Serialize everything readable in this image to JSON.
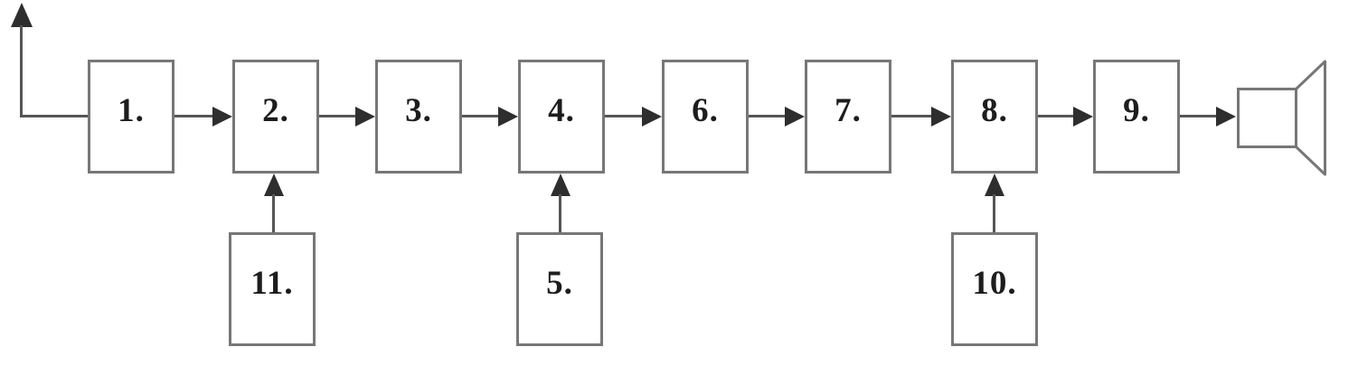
{
  "colors": {
    "background": "#ffffff",
    "box_border": "#777777",
    "connector_line": "#555555",
    "arrowhead": "#2e2e2e",
    "label_text": "#1d1d1d"
  },
  "icons": {
    "antenna": "antenna-icon",
    "speaker": "speaker-icon"
  },
  "blocks": {
    "main_row": [
      {
        "label": "1."
      },
      {
        "label": "2."
      },
      {
        "label": "3."
      },
      {
        "label": "4."
      },
      {
        "label": "6."
      },
      {
        "label": "7."
      },
      {
        "label": "8."
      },
      {
        "label": "9."
      }
    ],
    "bottom_row": [
      {
        "label": "11.",
        "feeds_block": "2."
      },
      {
        "label": "5.",
        "feeds_block": "4."
      },
      {
        "label": "10.",
        "feeds_block": "8."
      }
    ]
  },
  "connections": {
    "chain": [
      "antenna",
      "1.",
      "2.",
      "3.",
      "4.",
      "6.",
      "7.",
      "8.",
      "9.",
      "speaker"
    ],
    "upward": [
      "11. -> 2.",
      "5. -> 4.",
      "10. -> 8."
    ]
  }
}
